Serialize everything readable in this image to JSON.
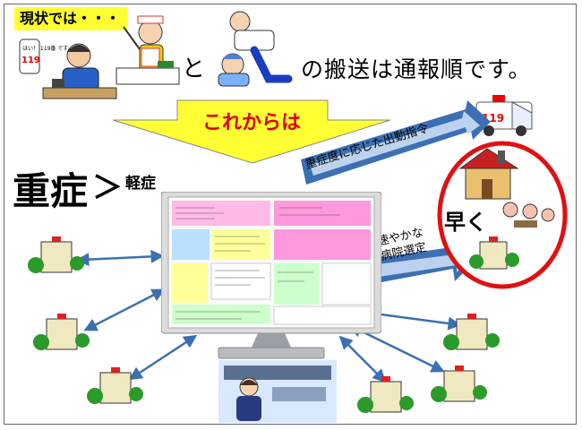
{
  "labels": {
    "currently": "現状では・・・",
    "and": "と",
    "transport_message": "の搬送は通報順です。",
    "from_now": "これからは",
    "severe": "重症",
    "greater_than": "＞",
    "mild": "軽症",
    "dispatch_arrow": "重症度に応じた出動指令",
    "hospital_arrow_line1": "速やかな",
    "hospital_arrow_line2": "病院選定",
    "quickly": "早く",
    "phone_note": "はい！ 119番 です。",
    "ambulance_number": "119"
  },
  "colors": {
    "highlight_yellow": "#ffff33",
    "arrow_blue": "#3c6fb4",
    "circle_red": "#e01010",
    "from_now_red": "#e00000"
  }
}
